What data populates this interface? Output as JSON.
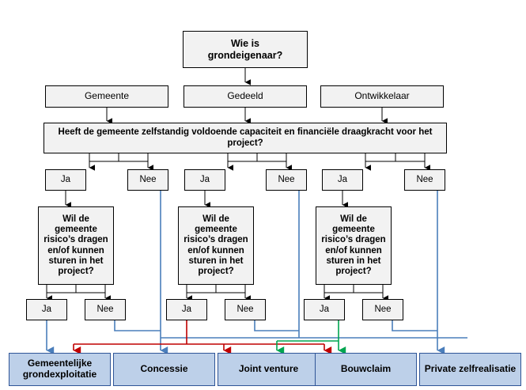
{
  "diagram": {
    "title_node": {
      "label": "Wie is\ngrondeigenaar?"
    },
    "owner_row": [
      {
        "label": "Gemeente"
      },
      {
        "label": "Gedeeld"
      },
      {
        "label": "Ontwikkelaar"
      }
    ],
    "capacity_question": {
      "label": "Heeft de gemeente zelfstandig voldoende capaciteit en financiële draagkracht voor het project?"
    },
    "capacity_answers": [
      {
        "label": "Ja"
      },
      {
        "label": "Nee"
      },
      {
        "label": "Ja"
      },
      {
        "label": "Nee"
      },
      {
        "label": "Ja"
      },
      {
        "label": "Nee"
      }
    ],
    "risk_questions": [
      {
        "label": "Wil de gemeente risico’s dragen en/of kunnen sturen in het project?"
      },
      {
        "label": "Wil de gemeente risico’s dragen en/of kunnen sturen in het project?"
      },
      {
        "label": "Wil de gemeente risico’s dragen en/of kunnen sturen in het project?"
      }
    ],
    "risk_answers": [
      {
        "label": "Ja"
      },
      {
        "label": "Nee"
      },
      {
        "label": "Ja"
      },
      {
        "label": "Nee"
      },
      {
        "label": "Ja"
      },
      {
        "label": "Nee"
      }
    ],
    "outcomes": [
      {
        "label": "Gemeentelijke grondexploitatie"
      },
      {
        "label": "Concessie"
      },
      {
        "label": "Joint venture"
      },
      {
        "label": "Bouwclaim"
      },
      {
        "label": "Private zelfrealisatie"
      }
    ],
    "colors": {
      "box_fill": "#f2f2f2",
      "box_stroke": "#000000",
      "outcome_fill": "#bdd0e9",
      "outcome_stroke": "#2f5597",
      "wire_blue": "#4a7ebb",
      "wire_red": "#c00000",
      "wire_green": "#00a550",
      "wire_black": "#000000"
    }
  }
}
